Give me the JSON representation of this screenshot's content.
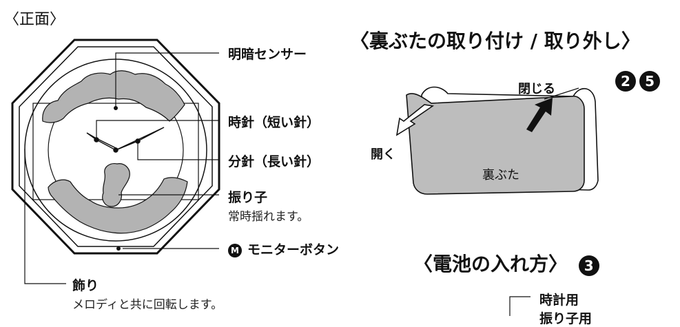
{
  "front": {
    "title": "〈正面〉",
    "labels": {
      "sensor": "明暗センサー",
      "hour_hand": "時針（短い針）",
      "minute_hand": "分針（長い針）",
      "pendulum": "振り子",
      "pendulum_note": "常時揺れます。",
      "monitor_symbol": "M",
      "monitor": "モニターボタン",
      "ornament": "飾り",
      "ornament_note": "メロディと共に回転します。"
    }
  },
  "back_cover": {
    "heading": "〈裏ぶたの取り付け / 取り外し〉",
    "steps": [
      "2",
      "5"
    ],
    "close_label": "閉じる",
    "open_label": "開く",
    "cover_label": "裏ぶた"
  },
  "battery": {
    "heading": "〈電池の入れ方〉",
    "step": "3",
    "label1": "時計用",
    "label2": "振り子用"
  }
}
